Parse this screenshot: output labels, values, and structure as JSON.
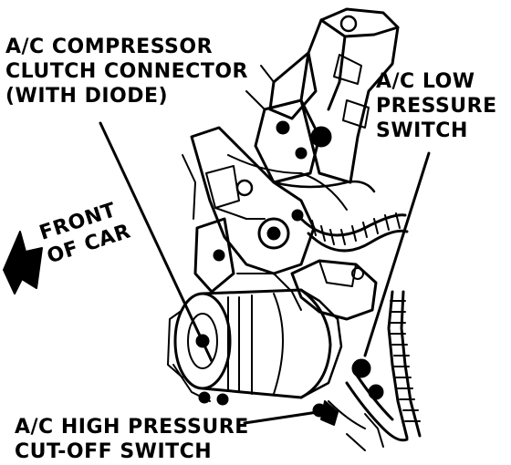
{
  "labels": {
    "clutch_connector": [
      "A/C COMPRESSOR",
      "CLUTCH CONNECTOR",
      "(WITH DIODE)"
    ],
    "low_pressure_switch": [
      "A/C LOW",
      "PRESSURE",
      "SWITCH"
    ],
    "high_pressure_switch": [
      "A/C HIGH PRESSURE",
      "CUT-OFF SWITCH"
    ],
    "front_of_car": [
      "FRONT",
      "OF CAR"
    ]
  },
  "colors": {
    "ink": "#000000",
    "paper": "#ffffff"
  }
}
